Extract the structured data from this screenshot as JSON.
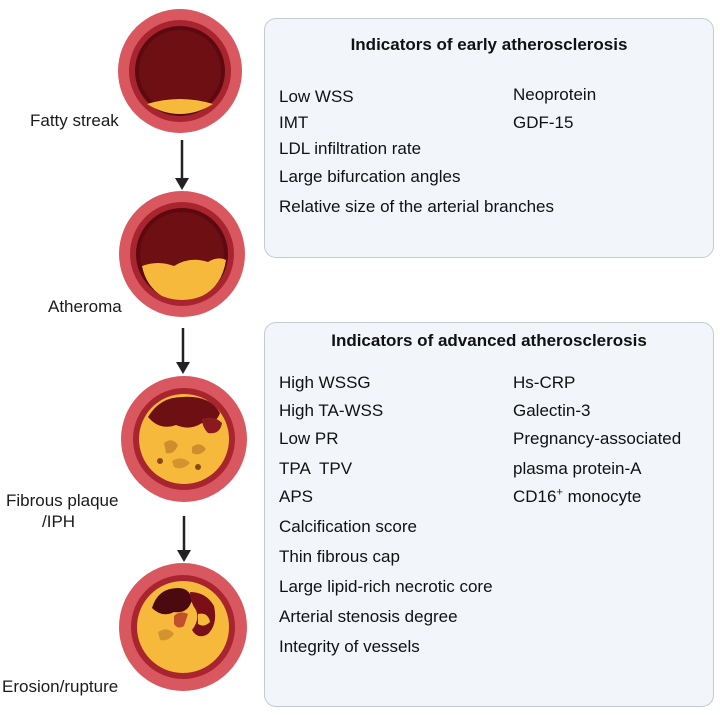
{
  "stages": [
    {
      "label": "Fatty streak"
    },
    {
      "label": "Atheroma"
    },
    {
      "label_line1": "Fibrous plaque",
      "label_line2": "/IPH"
    },
    {
      "label": "Erosion/rupture"
    }
  ],
  "colors": {
    "outer_ring": "#d9575f",
    "mid_ring": "#a8242e",
    "lumen": "#6e0f14",
    "lipid": "#f6b93b",
    "panel_bg": "#f2f5fa",
    "panel_border": "#c3cad6"
  },
  "early_panel": {
    "title": "Indicators of early atherosclerosis",
    "left_items": [
      "Low WSS",
      "IMT",
      "LDL infiltration rate",
      "Large bifurcation angles",
      "Relative size of the arterial branches"
    ],
    "right_items": [
      "Neoprotein",
      "GDF-15"
    ]
  },
  "advanced_panel": {
    "title": "Indicators of advanced atherosclerosis",
    "left_items": [
      "High WSSG",
      "High TA-WSS",
      "Low PR",
      "TPA  TPV",
      "APS",
      "Calcification score",
      "Thin fibrous cap",
      "Large lipid-rich necrotic core",
      "Arterial stenosis degree",
      "Integrity of vessels"
    ],
    "right_items": [
      "Hs-CRP",
      "Galectin-3",
      "Pregnancy-associated",
      "plasma protein-A"
    ],
    "cd16_base": "CD16",
    "cd16_sup": "+",
    "cd16_rest": " monocyte"
  }
}
